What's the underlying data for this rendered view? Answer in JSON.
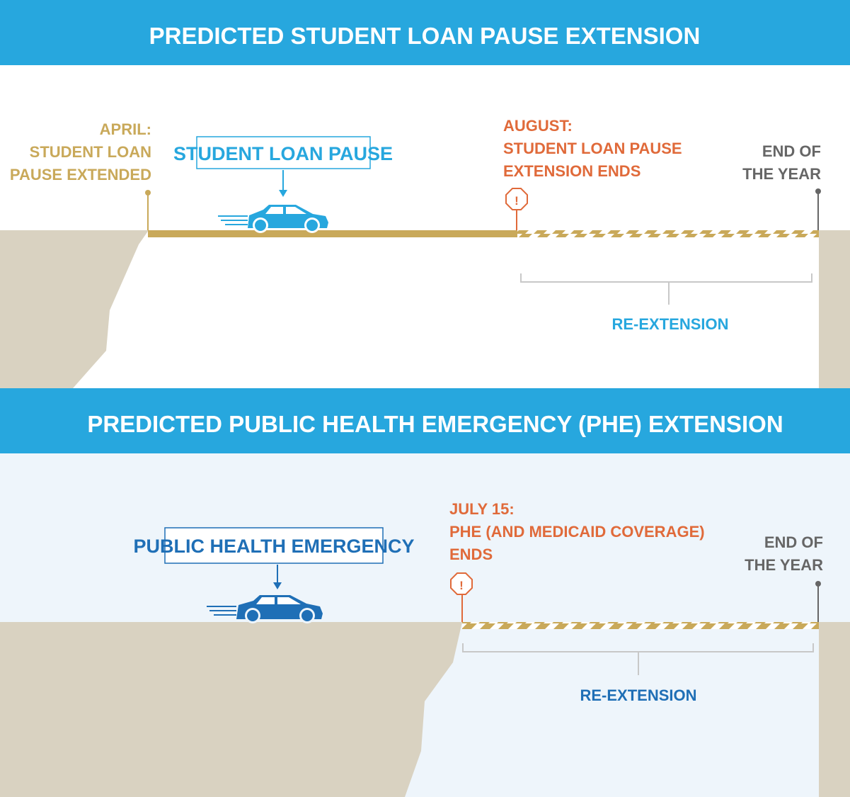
{
  "colors": {
    "header_blue": "#27a7de",
    "cliff": "#d9d2c1",
    "road_gold": "#c9a95a",
    "warning_orange": "#e06a3a",
    "car_light_blue": "#27a7de",
    "car_dark_blue": "#1f6fb6",
    "bracket_gray": "#c8c8c8",
    "panel2_bg": "#eef5fb"
  },
  "panel1": {
    "title": "PREDICTED STUDENT LOAN PAUSE EXTENSION",
    "start_label": [
      "APRIL:",
      "STUDENT LOAN",
      "PAUSE EXTENDED"
    ],
    "box_label": "STUDENT LOAN PAUSE",
    "warning_label": [
      "AUGUST:",
      "STUDENT LOAN PAUSE",
      "EXTENSION ENDS"
    ],
    "end_label": [
      "END OF",
      "THE YEAR"
    ],
    "bracket_label": "RE-EXTENSION",
    "icons": [
      "car-icon",
      "warning-sign-icon"
    ]
  },
  "panel2": {
    "title": "PREDICTED PUBLIC HEALTH EMERGENCY (PHE) EXTENSION",
    "box_label": "PUBLIC HEALTH EMERGENCY",
    "warning_label": [
      "JULY 15:",
      "PHE (AND MEDICAID COVERAGE)",
      "ENDS"
    ],
    "end_label": [
      "END OF",
      "THE YEAR"
    ],
    "bracket_label": "RE-EXTENSION",
    "icons": [
      "car-icon",
      "warning-sign-icon"
    ]
  }
}
